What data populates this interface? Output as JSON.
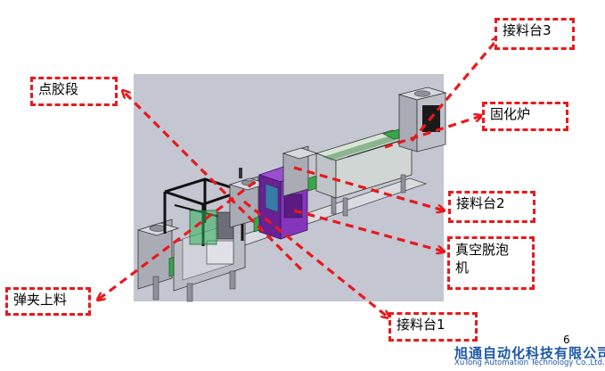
{
  "labels": {
    "dispense": "点胶段",
    "clip_loading": "弹夹上料",
    "receive_1": "接料台1",
    "receive_2": "接料台2",
    "receive_3": "接料台3",
    "curing": "固化炉",
    "vacuum_line1": "真空脱泡",
    "vacuum_line2": "机"
  },
  "page_number": "6",
  "company": {
    "name_cn": "旭通自动化科技有限公司",
    "name_en": "XuTong Automation Technology Co.,Ltd."
  },
  "colors": {
    "callout_red": "#e8191c",
    "machine_background": "#c4c6d2",
    "vacuum_machine_purple": "#7b2fb0",
    "conveyor_green": "#3aa64a",
    "company_blue": "#1a56a8"
  }
}
